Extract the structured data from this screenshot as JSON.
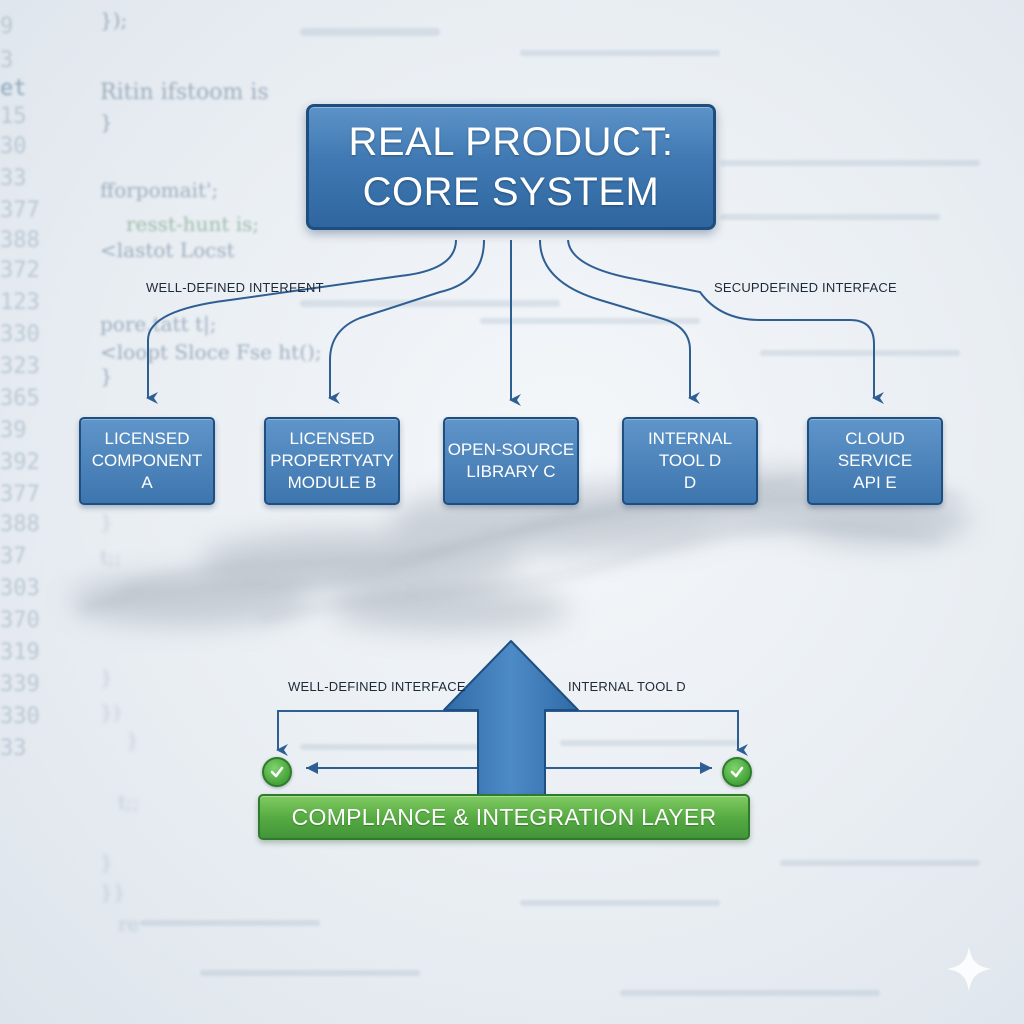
{
  "core": {
    "line1": "REAL PRODUCT:",
    "line2": "CORE SYSTEM"
  },
  "interface_labels": {
    "top_left": "WELL-DEFINED INTERFENT",
    "top_right": "SECUPDEFINED INTERFACE",
    "bottom_left": "WELL-DEFINED INTERFACE",
    "bottom_right": "INTERNAL TOOL D"
  },
  "components": [
    {
      "lines": [
        "LICENSED",
        "COMPONENT",
        "A"
      ]
    },
    {
      "lines": [
        "LICENSED",
        "PROPERTYATY",
        "MODULE B"
      ]
    },
    {
      "lines": [
        "OPEN-SOURCE",
        "LIBRARY C"
      ]
    },
    {
      "lines": [
        "INTERNAL",
        "TOOL D",
        "D"
      ]
    },
    {
      "lines": [
        "CLOUD",
        "SERVICE",
        "API E"
      ]
    }
  ],
  "layer": {
    "label": "COMPLIANCE & INTEGRATION LAYER"
  },
  "backdrop": {
    "line_numbers": [
      "9",
      "3",
      "et",
      "15",
      "30",
      "33",
      "377",
      "388",
      "372",
      "123",
      "330",
      "323",
      "365",
      "39",
      "392",
      "377",
      "388",
      "37",
      "303",
      "370",
      "319",
      "339",
      "330",
      "33"
    ],
    "code": [
      "});",
      "Ritin ifstoom is",
      "}",
      "fforpomait';",
      "resst-hunt is;",
      "<lastot Locst",
      "pore.tatt t|;",
      "<loopt Sloce Fse ht();",
      "}",
      "}",
      "t;;",
      "}",
      "})",
      "}",
      "t;;",
      "}",
      "}}",
      "re"
    ]
  },
  "colors": {
    "core_blue": "#3f78b2",
    "component_blue": "#4a82ba",
    "connector_blue": "#2f5f92",
    "compliance_green": "#54a940",
    "label_text": "#1e2a36"
  },
  "icons": [
    "check-circle-icon",
    "sparkle-icon",
    "arrow-down-icon",
    "up-arrow-icon"
  ]
}
